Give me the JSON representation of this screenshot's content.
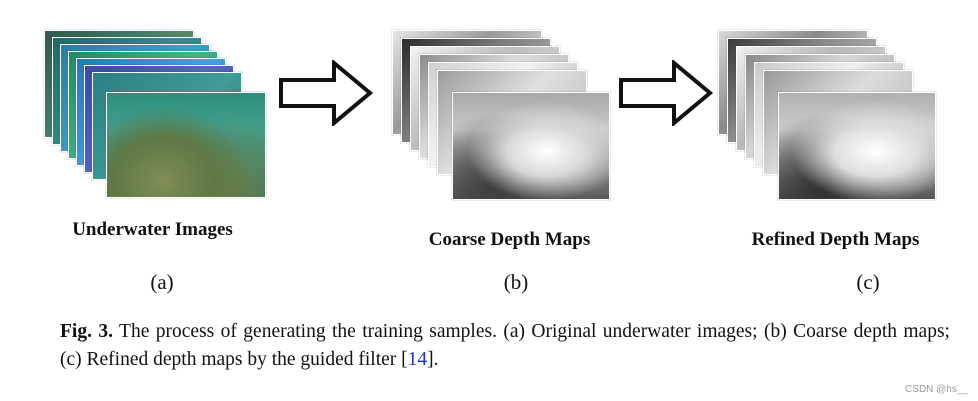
{
  "panels": [
    {
      "label": "Underwater Images",
      "sub": "(a)"
    },
    {
      "label": "Coarse Depth Maps",
      "sub": "(b)"
    },
    {
      "label": "Refined Depth Maps",
      "sub": "(c)"
    }
  ],
  "caption": {
    "figno": "Fig. 3.",
    "text_before_cite": " The process of generating the training samples. (a) Original underwater images; (b) Coarse depth maps; (c) Refined depth maps by the guided filter [",
    "cite": "14",
    "text_after_cite": "]."
  },
  "watermark": "CSDN @hs__",
  "colors": {
    "cite_link": "#1b35c8",
    "text": "#111111"
  },
  "icons": [
    "right-arrow-icon",
    "right-arrow-icon"
  ]
}
